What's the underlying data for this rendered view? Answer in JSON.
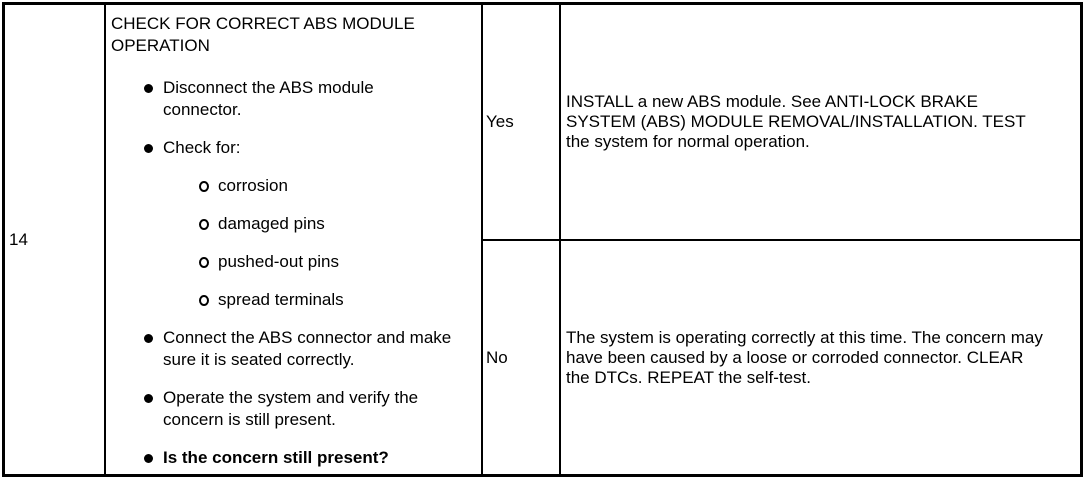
{
  "table": {
    "step_number": "14",
    "procedure": {
      "title": "CHECK FOR CORRECT ABS MODULE OPERATION",
      "bullets": [
        {
          "text": "Disconnect the ABS module connector."
        },
        {
          "text": "Check for:",
          "sub": [
            "corrosion",
            "damaged pins",
            "pushed-out pins",
            "spread terminals"
          ]
        },
        {
          "text": "Connect the ABS connector and make sure it is seated correctly."
        },
        {
          "text": "Operate the system and verify the concern is still present."
        },
        {
          "text": "Is the concern still present?"
        }
      ]
    },
    "results": [
      {
        "answer": "Yes",
        "action": "INSTALL a new ABS module. See ANTI-LOCK BRAKE SYSTEM (ABS) MODULE REMOVAL/INSTALLATION. TEST the system for normal operation."
      },
      {
        "answer": "No",
        "action": "The system is operating correctly at this time. The concern may have been caused by a loose or corroded connector. CLEAR the DTCs. REPEAT the self-test."
      }
    ]
  }
}
